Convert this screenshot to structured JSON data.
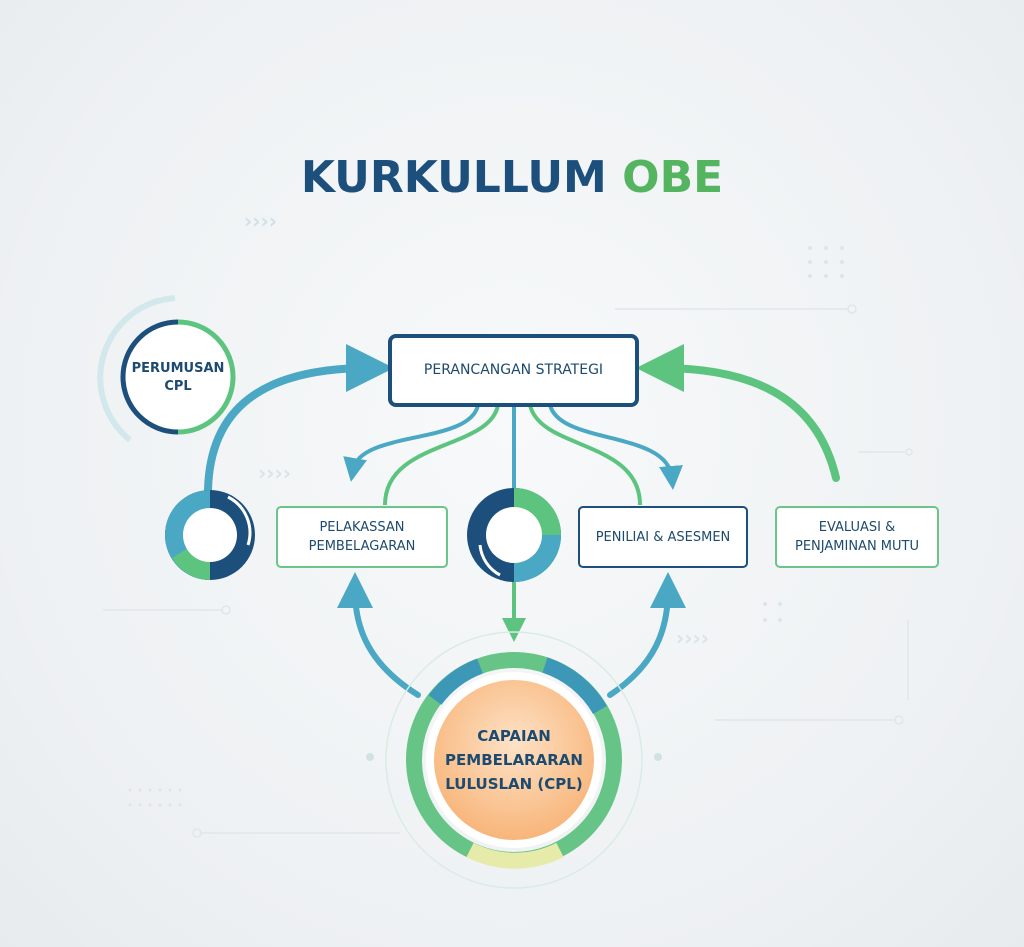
{
  "title": {
    "part1": "KURKULLUM",
    "part2": "OBE"
  },
  "nodes": {
    "perumusan": "PERUMUSAN CPL",
    "perancangan": "PERANCANGAN STRATEGI",
    "pelaksanaan": "PELAKASSAN PEMBELAGARAN",
    "penilaian": "PENILIAI & ASESMEN",
    "evaluasi": "EVALUASI & PENJAMINAN MUTU",
    "cpl": "CAPAIAN PEMBELARARAN LULUSLAN (CPL)"
  },
  "colors": {
    "navy": "#1d4f7c",
    "teal": "#4aa8c4",
    "green": "#5cc47e",
    "orange": "#f8b57a"
  }
}
